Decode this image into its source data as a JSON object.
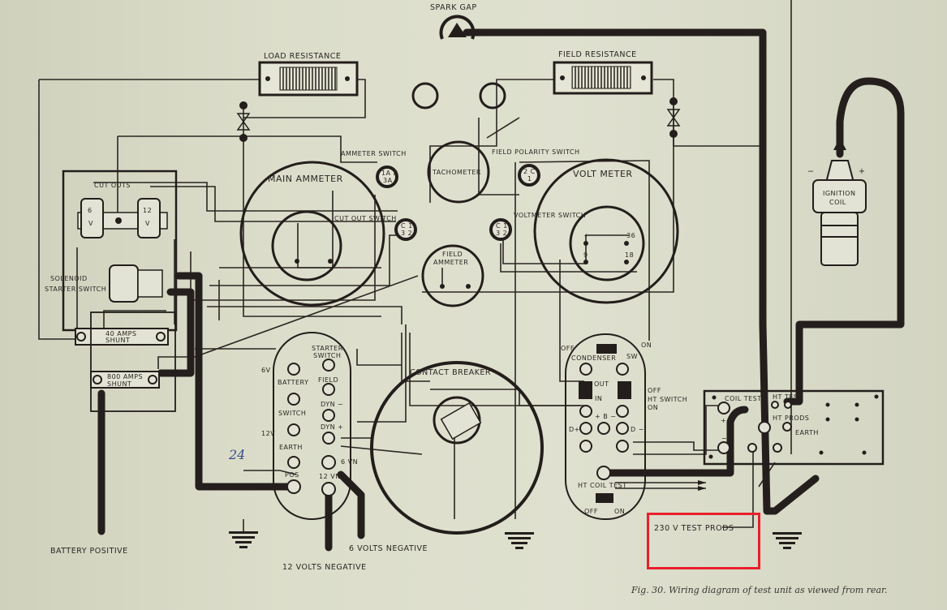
{
  "diagram": {
    "labels": {
      "spark_gap": "SPARK GAP",
      "load_resistance": "LOAD RESISTANCE",
      "field_resistance": "FIELD RESISTANCE",
      "ammeter_switch": "AMMETER SWITCH",
      "ammeter_switch_marks": [
        "1A B",
        "3A"
      ],
      "main_ammeter": "MAIN AMMETER",
      "tachometer": "TACHOMETER",
      "field_polarity_switch": "FIELD POLARITY SWITCH",
      "field_polarity_marks": [
        "2 C",
        "1"
      ],
      "volt_meter": "VOLT METER",
      "cut_outs": "CUT OUTS",
      "cutout_6v": [
        "6",
        "V"
      ],
      "cutout_12v": [
        "12",
        "V"
      ],
      "cut_out_switch": "CUT OUT SWITCH",
      "switch_marks": [
        "C 1",
        "3 2"
      ],
      "voltmeter_switch": "VOLTMETER SWITCH",
      "voltmeter_terminals": [
        "+",
        "36",
        "9",
        "18"
      ],
      "field_ammeter": [
        "FIELD",
        "AMMETER"
      ],
      "solenoid": [
        "SOLENOID",
        "STARTER SWITCH"
      ],
      "shunt_40": [
        "40 AMPS",
        "SHUNT"
      ],
      "shunt_800": [
        "800 AMPS",
        "SHUNT"
      ],
      "ignition_coil": [
        "IGNITION",
        "COIL"
      ],
      "coil_minus": "−",
      "coil_plus": "+",
      "contact_breaker": "CONTACT BREAKER",
      "battery_positive": "BATTERY POSITIVE",
      "twelve_volts_negative": "12 VOLTS NEGATIVE",
      "six_volts_negative": "6 VOLTS NEGATIVE",
      "test_prods_230v": "230 V TEST PRODS",
      "handwritten_note": "24"
    },
    "left_panel": {
      "starter_switch": [
        "STARTER",
        "SWITCH"
      ],
      "six_v": "6V",
      "battery": "BATTERY",
      "field": "FIELD",
      "dyn_minus": "DYN −",
      "switch": "SWITCH",
      "dyn_plus": "DYN +",
      "twelve_v": "12V",
      "earth": "EARTH",
      "pos": "POS",
      "six_vn": "6 VN",
      "twelve_vn": "12 VN"
    },
    "right_panel": {
      "off_top": "OFF",
      "on_top": "ON",
      "condenser": "CONDENSER",
      "sw": "SW",
      "out": "OUT",
      "in": "IN",
      "ht_switch": [
        "OFF",
        "HT SWITCH",
        "ON"
      ],
      "b_marks": "+ B −",
      "d_plus": "D+",
      "d_minus": "D −",
      "ht_coil_test": "HT COIL TEST",
      "off_bottom": "OFF",
      "on_bottom": "ON"
    },
    "test_panel": {
      "coil_test": "COIL TEST",
      "ht_test": "HT TEST",
      "ht_prods": "HT PRODS",
      "earth": "EARTH",
      "plus": "+",
      "minus": "−"
    },
    "caption": "Fig. 30.  Wiring diagram of test unit as viewed from rear."
  }
}
